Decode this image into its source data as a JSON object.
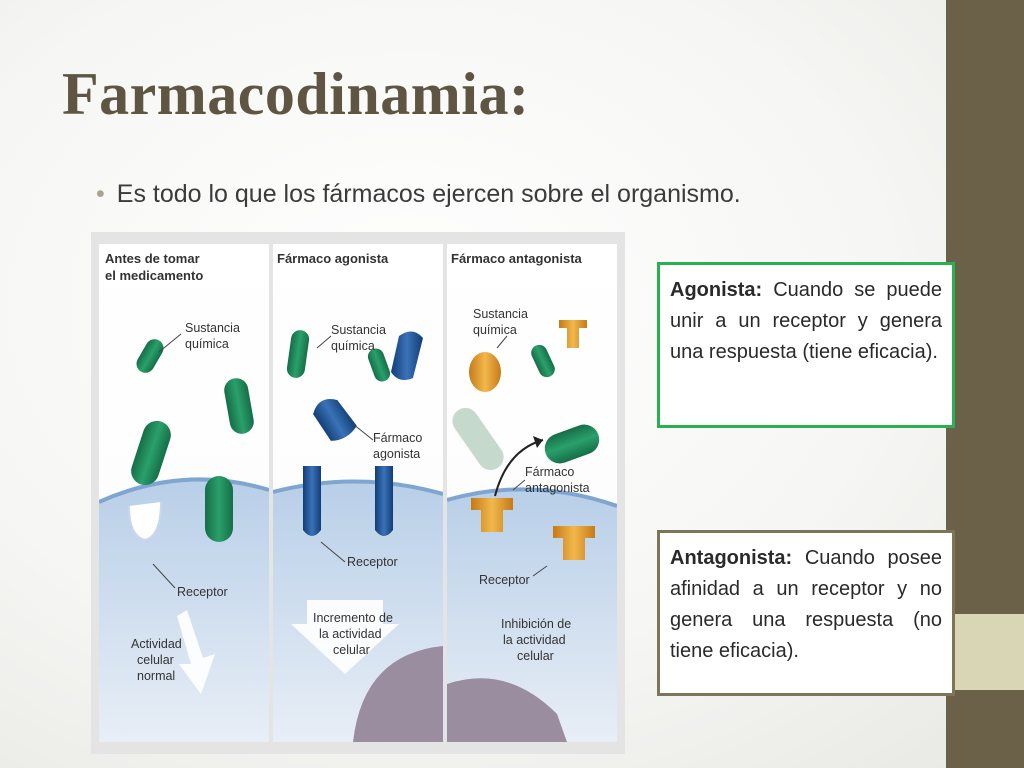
{
  "slide": {
    "title": "Farmacodinamia:",
    "bullet": "Es todo lo que los fármacos ejercen sobre el organismo."
  },
  "diagram": {
    "panels": [
      {
        "header": [
          "Antes de tomar",
          "el medicamento"
        ],
        "labels": {
          "substance": [
            "Sustancia",
            "química"
          ],
          "receptor": "Receptor",
          "activity": [
            "Actividad",
            "celular",
            "normal"
          ]
        }
      },
      {
        "header": [
          "Fármaco agonista"
        ],
        "labels": {
          "substance": [
            "Sustancia",
            "química"
          ],
          "drug": [
            "Fármaco",
            "agonista"
          ],
          "receptor": "Receptor",
          "activity": [
            "Incremento de",
            "la actividad",
            "celular"
          ]
        }
      },
      {
        "header": [
          "Fármaco antagonista"
        ],
        "labels": {
          "substance": [
            "Sustancia",
            "química"
          ],
          "drug": [
            "Fármaco",
            "antagonista"
          ],
          "receptor": "Receptor",
          "activity": [
            "Inhibición de",
            "la actividad",
            "celular"
          ]
        }
      }
    ]
  },
  "definitions": {
    "agonist": {
      "term": "Agonista:",
      "text": " Cuando se puede unir a un receptor y genera una respuesta (tiene eficacia)."
    },
    "antagonist": {
      "term": "Antagonista:",
      "text": " Cuando posee afinidad a un receptor y no genera una respuesta (no tiene eficacia)."
    }
  },
  "colors": {
    "title": "#5e5642",
    "sidebar": "#6b6048",
    "accent": "#d9d6b5",
    "agonist_border": "#27b24f",
    "antagonist_border": "#7d7558",
    "substance": "#1f8a5a",
    "agonist_drug": "#1f4f8f",
    "antagonist_drug": "#e0a030"
  }
}
